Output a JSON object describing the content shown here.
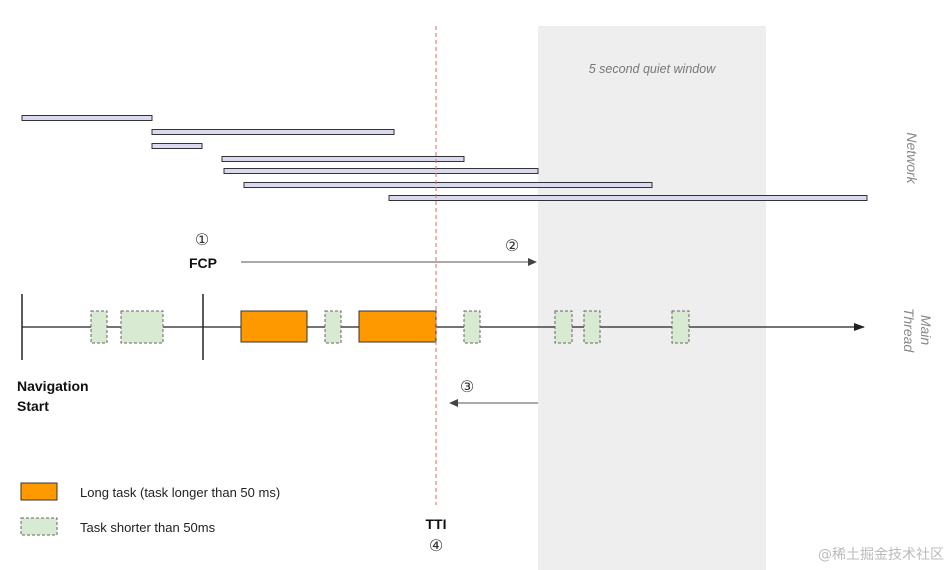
{
  "quiet_window": {
    "label": "5 second quiet window"
  },
  "network": {
    "label": "Network"
  },
  "main_thread": {
    "label_line1": "Main",
    "label_line2": "Thread"
  },
  "steps": {
    "one": "①",
    "two": "②",
    "three": "③",
    "four": "④"
  },
  "fcp": {
    "label": "FCP"
  },
  "navigation_start": {
    "line1": "Navigation",
    "line2": "Start"
  },
  "tti": {
    "label": "TTI"
  },
  "legend": {
    "long_task": "Long task (task longer than 50 ms)",
    "short_task": "Task shorter than 50ms"
  },
  "watermark": {
    "text": "@稀土掘金技术社区"
  },
  "colors": {
    "long_task_fill": "#ff9900",
    "short_task_fill": "#d9ead3",
    "network_bar_fill": "#d9d9f0",
    "quiet_window_fill": "#eeeeee",
    "tti_line": "#e06666"
  }
}
